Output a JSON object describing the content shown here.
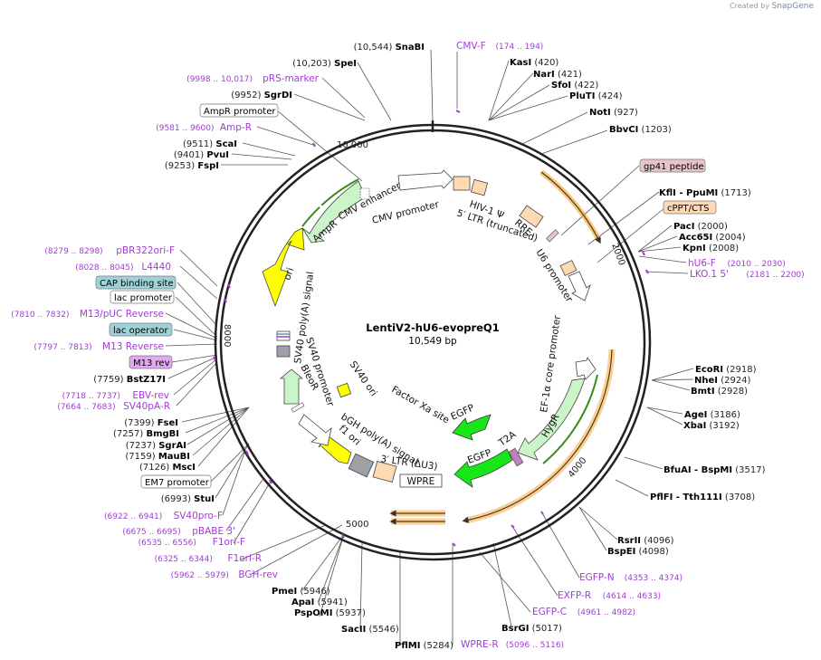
{
  "app": {
    "brand_prefix": "Created by",
    "brand_name": "SnapGene"
  },
  "plasmid": {
    "name": "LentiV2-hU6-evopreQ1",
    "size": "10,549 bp"
  },
  "ring_ticks": [
    "2000",
    "4000",
    "5000",
    "8000",
    "10,000"
  ],
  "enzymes": [
    {
      "name": "SnaBI",
      "pos": "(10,544)"
    },
    {
      "name": "SpeI",
      "pos": "(10,203)"
    },
    {
      "name": "SgrDI",
      "pos": "(9952)"
    },
    {
      "name": "ScaI",
      "pos": "(9511)"
    },
    {
      "name": "PvuI",
      "pos": "(9401)"
    },
    {
      "name": "FspI",
      "pos": "(9253)"
    },
    {
      "name": "KasI",
      "pos": "(420)"
    },
    {
      "name": "NarI",
      "pos": "(421)"
    },
    {
      "name": "SfoI",
      "pos": "(422)"
    },
    {
      "name": "PluTI",
      "pos": "(424)"
    },
    {
      "name": "NotI",
      "pos": "(927)"
    },
    {
      "name": "BbvCI",
      "pos": "(1203)"
    },
    {
      "name": "KflI - PpuMI",
      "pos": "(1713)"
    },
    {
      "name": "PacI",
      "pos": "(2000)"
    },
    {
      "name": "Acc65I",
      "pos": "(2004)"
    },
    {
      "name": "KpnI",
      "pos": "(2008)"
    },
    {
      "name": "EcoRI",
      "pos": "(2918)"
    },
    {
      "name": "NheI",
      "pos": "(2924)"
    },
    {
      "name": "BmtI",
      "pos": "(2928)"
    },
    {
      "name": "AgeI",
      "pos": "(3186)"
    },
    {
      "name": "XbaI",
      "pos": "(3192)"
    },
    {
      "name": "BfuAI - BspMI",
      "pos": "(3517)"
    },
    {
      "name": "PflFI - Tth111I",
      "pos": "(3708)"
    },
    {
      "name": "RsrII",
      "pos": "(4096)"
    },
    {
      "name": "BspEI",
      "pos": "(4098)"
    },
    {
      "name": "BsrGI",
      "pos": "(5017)"
    },
    {
      "name": "PflMI",
      "pos": "(5284)"
    },
    {
      "name": "SacII",
      "pos": "(5546)"
    },
    {
      "name": "PmeI",
      "pos": "(5946)"
    },
    {
      "name": "ApaI",
      "pos": "(5941)"
    },
    {
      "name": "PspOMI",
      "pos": "(5937)"
    },
    {
      "name": "StuI",
      "pos": "(6993)"
    },
    {
      "name": "MscI",
      "pos": "(7126)"
    },
    {
      "name": "MauBI",
      "pos": "(7159)"
    },
    {
      "name": "SgrAI",
      "pos": "(7237)"
    },
    {
      "name": "BmgBI",
      "pos": "(7257)"
    },
    {
      "name": "FseI",
      "pos": "(7399)"
    },
    {
      "name": "BstZ17I",
      "pos": "(7759)"
    }
  ],
  "primers": [
    {
      "name": "CMV-F",
      "range": "(174 .. 194)"
    },
    {
      "name": "pRS-marker",
      "range": "(9998 .. 10,017)"
    },
    {
      "name": "Amp-R",
      "range": "(9581 .. 9600)"
    },
    {
      "name": "hU6-F",
      "range": "(2010 .. 2030)"
    },
    {
      "name": "LKO.1 5'",
      "range": "(2181 .. 2200)"
    },
    {
      "name": "pBR322ori-F",
      "range": "(8279 .. 8298)"
    },
    {
      "name": "L4440",
      "range": "(8028 .. 8045)"
    },
    {
      "name": "M13/pUC Reverse",
      "range": "(7810 .. 7832)"
    },
    {
      "name": "M13 Reverse",
      "range": "(7797 .. 7813)"
    },
    {
      "name": "EBV-rev",
      "range": "(7718 .. 7737)"
    },
    {
      "name": "SV40pA-R",
      "range": "(7664 .. 7683)"
    },
    {
      "name": "SV40pro-F",
      "range": "(6922 .. 6941)"
    },
    {
      "name": "pBABE 3'",
      "range": "(6675 .. 6695)"
    },
    {
      "name": "F1ori-F",
      "range": "(6535 .. 6556)"
    },
    {
      "name": "F1ori-R",
      "range": "(6325 .. 6344)"
    },
    {
      "name": "BGH-rev",
      "range": "(5962 .. 5979)"
    },
    {
      "name": "EGFP-N",
      "range": "(4353 .. 4374)"
    },
    {
      "name": "EXFP-R",
      "range": "(4614 .. 4633)"
    },
    {
      "name": "EGFP-C",
      "range": "(4961 .. 4982)"
    },
    {
      "name": "WPRE-R",
      "range": "(5096 .. 5116)"
    }
  ],
  "boxed_labels": [
    {
      "key": "gp41",
      "text": "gp41 peptide"
    },
    {
      "key": "cppt",
      "text": "cPPT/CTS"
    },
    {
      "key": "ampr_promoter",
      "text": "AmpR promoter"
    },
    {
      "key": "cap",
      "text": "CAP binding site"
    },
    {
      "key": "lac_promoter",
      "text": "lac promoter"
    },
    {
      "key": "lac_operator",
      "text": "lac operator"
    },
    {
      "key": "m13rev",
      "text": "M13 rev"
    },
    {
      "key": "em7",
      "text": "EM7 promoter"
    }
  ],
  "features": {
    "cmv_enhancer": "CMV enhancer",
    "cmv_promoter": "CMV promoter",
    "hiv": "HIV-1 Ψ",
    "ltr5": "5′ LTR (truncated)",
    "rre": "RRE",
    "u6": "U6 promoter",
    "ampr": "AmpR",
    "ori": "ori",
    "sv40pa": "SV40 poly(A) signal",
    "sv40promoter": "SV40 promoter",
    "bleor": "BleoR",
    "sv40ori": "SV40 ori",
    "factorxa": "Factor Xa site",
    "egfp1": "EGFP",
    "egfp2": "EGFP",
    "t2a": "T2A",
    "hygr": "HygR",
    "ef1a": "EF-1α core promoter",
    "bgh": "bGH poly(A) signal",
    "f1ori": "f1 ori",
    "ltr3": "3′ LTR (ΔU3)",
    "wpre": "WPRE"
  },
  "colors": {
    "ring": "#222222",
    "enzyme_text": "#000000",
    "primer": "#a23bd6",
    "ampr_fill": "#c9f5c9",
    "ori_fill": "#ffff00",
    "egfp_fill": "#19e619",
    "orange_feature": "#f0a030",
    "ltr_fill": "#ffd9b3",
    "grey_fill": "#a0a0a8",
    "gp41_fill": "#e8c4c8",
    "cppt_fill": "#ffd9b3",
    "cap_fill": "#9fd2d8",
    "lac_op_fill": "#9fd2d8",
    "m13rev_fill": "#e0a8f0"
  }
}
